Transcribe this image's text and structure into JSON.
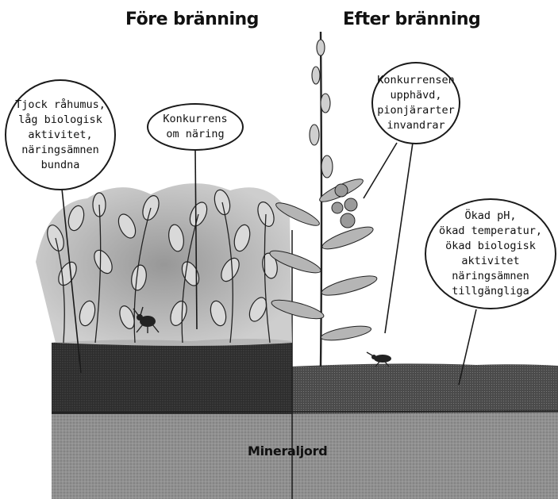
{
  "headings": {
    "before": "Före bränning",
    "after": "Efter bränning"
  },
  "callouts": {
    "thick_humus": "Tjock råhumus,\nlåg biologisk\naktivitet,\nnäringsämnen\nbundna",
    "competition": "Konkurrens\nom näring",
    "competition_lifted": "Konkurrensen\nupphävd,\npionjärarter\ninvandrar",
    "increased_ph": "Ökad pH,\nökad temperatur,\nökad biologisk aktivitet\nnäringsämnen\ntillgängliga"
  },
  "soil": {
    "mineral_label": "Mineraljord"
  },
  "colors": {
    "humus": "#2b2b2b",
    "burnt_layer": "#3a3a3a",
    "mineral": "#8f8f8f",
    "foliage": "#b9b9b9",
    "line": "#1a1a1a"
  },
  "icons": [
    "beetle-icon",
    "fireweed-plant",
    "blueberry-shrub"
  ]
}
